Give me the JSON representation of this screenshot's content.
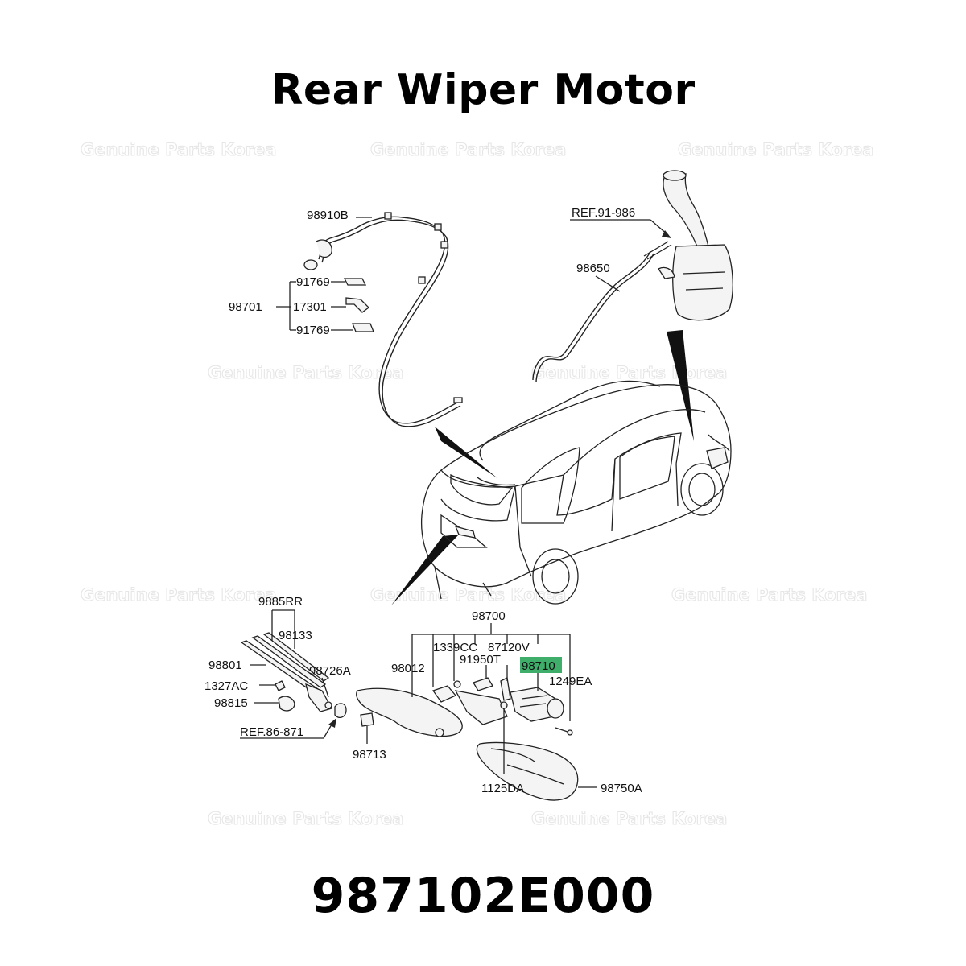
{
  "title": "Rear Wiper Motor",
  "part_number": "987102E000",
  "watermark": "Genuine Parts Korea",
  "highlight_color": "#3fae6a",
  "labels": {
    "l98910B": "98910B",
    "l91769a": "91769",
    "l98701": "98701",
    "l17301": "17301",
    "l91769b": "91769",
    "ref91": "REF.91-986",
    "l98650": "98650",
    "l9885RR": "9885RR",
    "l98133": "98133",
    "l98801": "98801",
    "l98726A": "98726A",
    "l1327AC": "1327AC",
    "l98815": "98815",
    "ref86": "REF.86-871",
    "l98713": "98713",
    "l98700": "98700",
    "l1339CC": "1339CC",
    "l87120V": "87120V",
    "l98012": "98012",
    "l91950T": "91950T",
    "l98710": "98710",
    "l1249EA": "1249EA",
    "l1125DA": "1125DA",
    "l98750A": "98750A"
  }
}
